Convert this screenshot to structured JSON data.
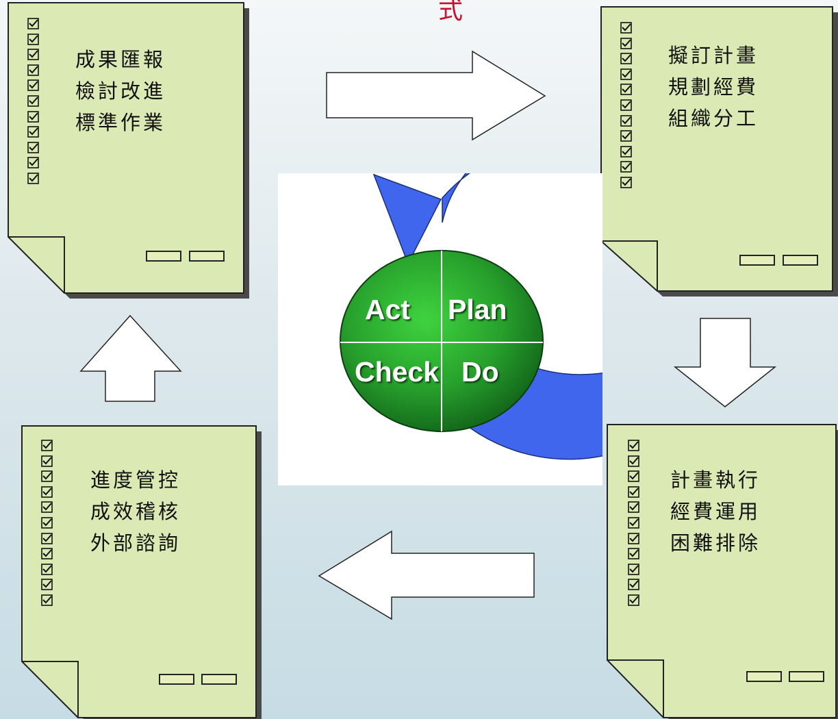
{
  "title_fragment": "式",
  "cycle": {
    "act": "Act",
    "plan": "Plan",
    "check": "Check",
    "do": "Do"
  },
  "cards": {
    "act": {
      "lines": [
        "成果匯報",
        "檢討改進",
        "標準作業"
      ],
      "checkbox_count": 11
    },
    "plan": {
      "lines": [
        "擬訂計畫",
        "規劃經費",
        "組織分工"
      ],
      "checkbox_count": 11
    },
    "do": {
      "lines": [
        "計畫執行",
        "經費運用",
        "困難排除"
      ],
      "checkbox_count": 11
    },
    "check": {
      "lines": [
        "進度管控",
        "成效稽核",
        "外部諮詢"
      ],
      "checkbox_count": 11
    }
  },
  "colors": {
    "card_fill": "#dbe9b4",
    "ring_blue": "#3f66ec",
    "circle_green": "#2aa836",
    "title_red": "#c8102e"
  }
}
